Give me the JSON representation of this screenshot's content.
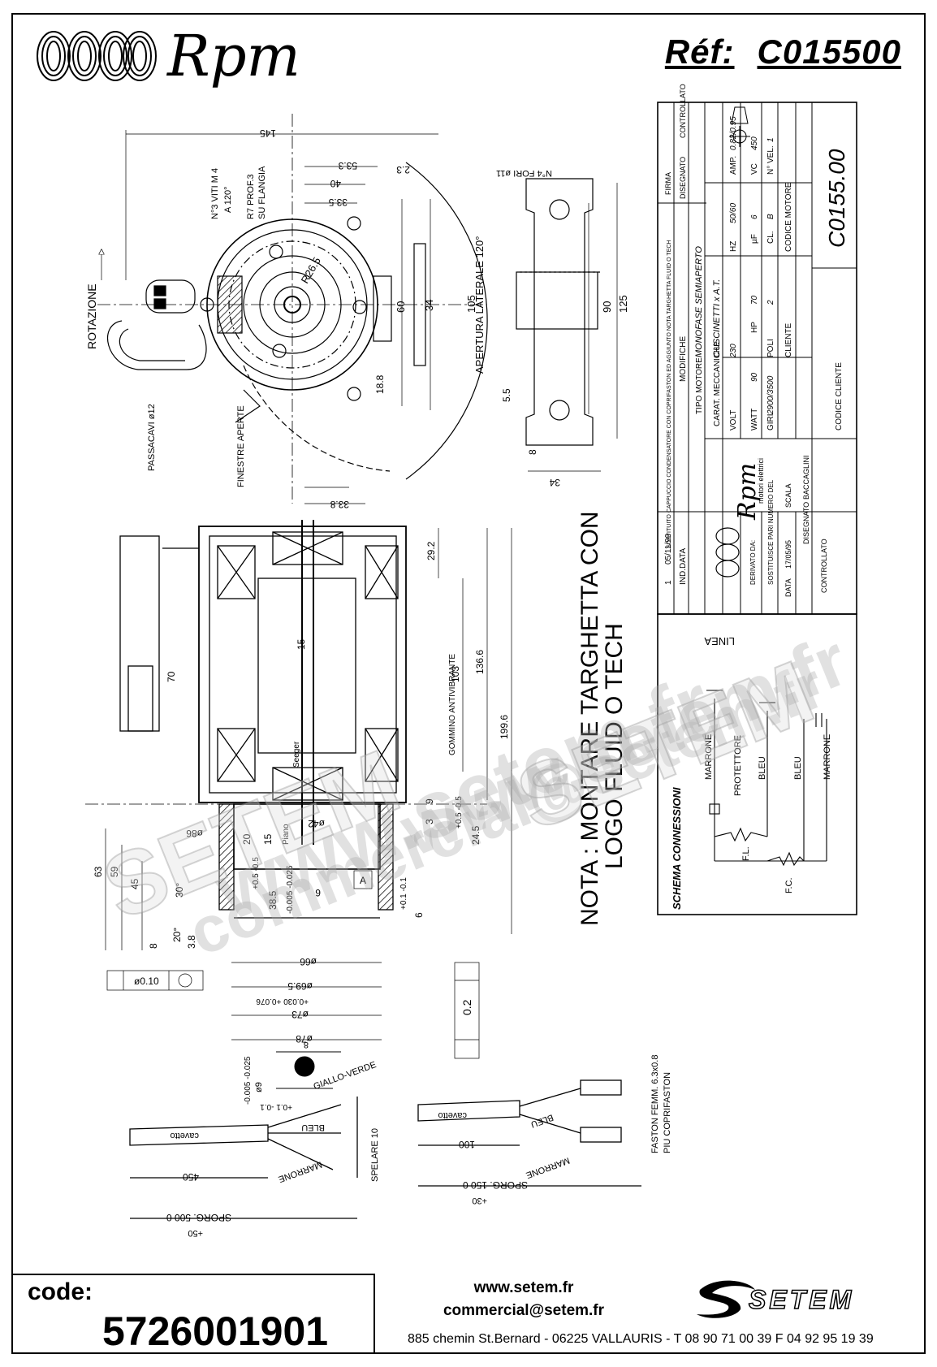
{
  "header": {
    "brand": "Rpm",
    "ref_label": "Réf:",
    "ref_value": "C015500"
  },
  "title_block": {
    "tipo_motore_label": "TIPO MOTORE",
    "tipo_motore": "MONOFASE SEMIAPERTO",
    "carat_label": "CARAT. MECCANICHE",
    "carat": "CUSCINETTI x A.T.",
    "volt_label": "VOLT",
    "volt": "230",
    "hz_label": "HZ",
    "hz": "50/60",
    "amp_label": "AMP.",
    "amp": "0.82/0.95",
    "watt_label": "WATT",
    "watt": "90",
    "hp_label": "HP",
    "hp": "70",
    "uf_label": "µF",
    "uf": "6",
    "vc_label": "VC",
    "vc": "450",
    "giri_label": "GIRI",
    "giri": "2900/3500",
    "poli_label": "POLI",
    "poli": "2",
    "cl_label": "CL.",
    "cl": "B",
    "vel_label": "N° VEL.",
    "vel": "1",
    "cliente_label": "CLIENTE",
    "codice_cliente_label": "CODICE CLIENTE",
    "codice_motore_label": "CODICE MOTORE",
    "codice_motore": "C0155.00",
    "modifiche_label": "MODIFICHE",
    "disegnato_label": "DISEGNATO",
    "controllato_label": "CONTROLLATO",
    "firma_label": "FIRMA",
    "rev_no": "1",
    "rev_date": "05/11/99",
    "rev_text": "SOSTITUITO CAPPUCCIO CONDENSATORE CON COPRIFASTON ED AGGIUNTO NOTA TARGHETTA FLUID O TECH",
    "ind_label": "IND.",
    "data_label": "DATA",
    "motori_elettrici": "motori elettrici",
    "derivato_label": "DERIVATO DA:",
    "sostituisce_label": "SOSTITUISCE PARI NUMERO DEL",
    "data2_label": "DATA",
    "data2": "17/05/95",
    "scala_label": "SCALA",
    "disegnato2": "BACCAGLINI"
  },
  "schema": {
    "title": "SCHEMA CONNESSIONI",
    "linea": "LINEA",
    "marrone": "MARRONE",
    "protettore": "PROTETTORE",
    "bleu": "BLEU",
    "fl": "F.L.",
    "fc": "F.C."
  },
  "note": {
    "line1": "NOTA : MONTARE TARGHETTA CON",
    "line2": "LOGO FLUID O TECH"
  },
  "top_view": {
    "overall": "145",
    "d53": "53.3",
    "d40": "40",
    "d33": "33.5",
    "d23": "2.3",
    "holes": "N°4 FORI ø11",
    "viti": "N°3 VITI M 4",
    "a120": "A 120°",
    "r7": "R7 PROF.3",
    "flangia": "SU FLANGIA",
    "rotazione": "ROTAZIONE",
    "passacavi": "PASSACAVI ø12",
    "r26": "R26.5",
    "d60": "60",
    "d34": "34",
    "d105": "105",
    "d90": "90",
    "d125": "125",
    "apertura": "APERTURA LATERALE 120°",
    "d18": "18.8",
    "d55": "5.5",
    "d8": "8",
    "d34b": "34"
  },
  "side_view": {
    "d33": "33.8",
    "finestre": "FINESTRE APERTE",
    "d29": "29.2",
    "d103": "103",
    "d136": "136.6",
    "d199": "199.6",
    "gommino": "GOMMINO ANTIVIBRANTE",
    "d70": "70",
    "d15": "15",
    "seeger": "Seeger",
    "d63": "63",
    "d59": "59",
    "d45": "45",
    "d86": "ø86",
    "d42": "ø42",
    "d20": "20",
    "d15b": "15",
    "piano": "Piano",
    "tol1": "+0.5 -0.5",
    "d385": "38.5",
    "tol2": "-0.005 -0.025",
    "d6": "6",
    "label_a": "A",
    "d30": "30°",
    "d20deg": "20°",
    "d8": "8",
    "d38": "3.8",
    "d66": "ø66",
    "d69": "ø69.5",
    "tol3": "+0.030 +0.076",
    "d73": "ø73",
    "d78": "ø78",
    "d245": "24.5",
    "d3": "3",
    "d9": "9",
    "tol4": "+0.5 -0.5",
    "tol5": "+0.1 -0.1",
    "d6b": "6",
    "tol_circ": "ø0.10",
    "tol_perp": "0.2"
  },
  "detail": {
    "d8": "8",
    "tol": "+0.1 -0.1",
    "d9": "ø9",
    "tol2": "-0.005 -0.025"
  },
  "cables": {
    "cavetto": "cavetto",
    "giallo_verde": "GIALLO-VERDE",
    "bleu": "BLEU",
    "marrone": "MARRONE",
    "spelare": "SPELARE 10",
    "d450": "450",
    "sporg500": "SPORG. 500 0",
    "plus50": "+50",
    "d100": "100",
    "sporg150": "SPORG. 150 0",
    "plus30": "+30",
    "faston": "FASTON FEMM. 6.3x0.8",
    "coprifaston": "PIU COPRIFASTON"
  },
  "footer": {
    "code_label": "code:",
    "code_value": "5726001901",
    "website": "www.setem.fr",
    "email": "commercial@setem.fr",
    "address": "885 chemin St.Bernard  -  06225 VALLAURIS  -  T 08 90 71 00 39   F 04 92 95 19 39",
    "setem": "SETEM"
  },
  "watermarks": [
    "www.setem.fr",
    "SETEM",
    "commercial@setem.fr",
    "SETEM",
    "www.setem.fr"
  ]
}
